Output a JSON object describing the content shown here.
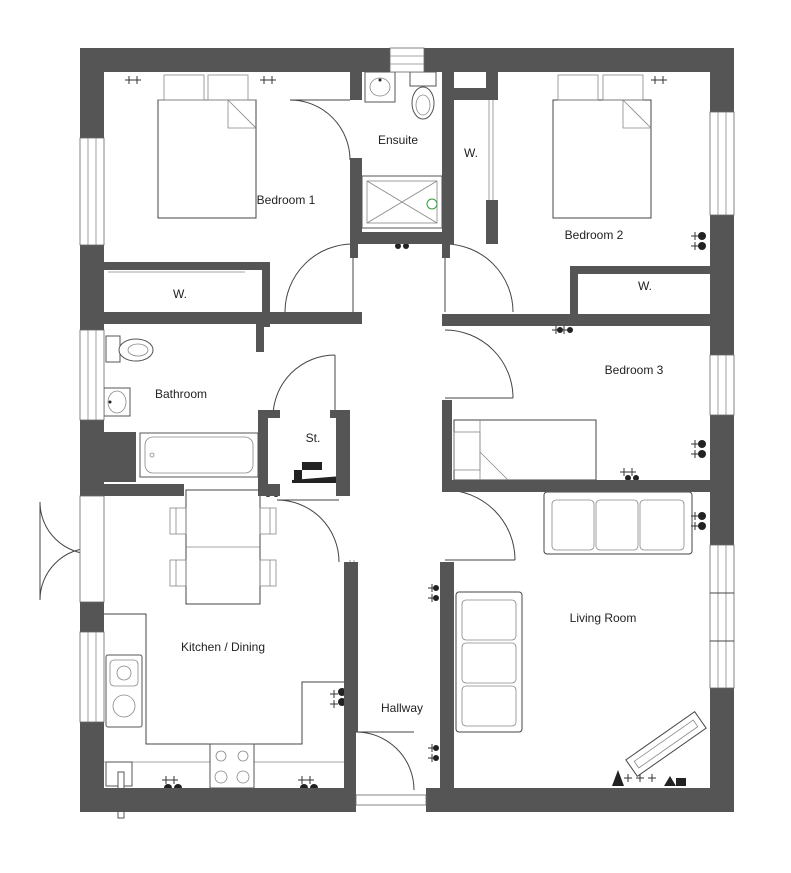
{
  "rooms": {
    "bedroom1": "Bedroom 1",
    "ensuite": "Ensuite",
    "wardrobe_ensuite": "W.",
    "bedroom2": "Bedroom 2",
    "wardrobe_bed1": "W.",
    "wardrobe_bed2": "W.",
    "bedroom3": "Bedroom 3",
    "bathroom": "Bathroom",
    "store": "St.",
    "kitchen": "Kitchen / Dining",
    "living": "Living Room",
    "hallway": "Hallway"
  },
  "colors": {
    "wall": "#555555",
    "line": "#444444",
    "background": "#ffffff"
  }
}
